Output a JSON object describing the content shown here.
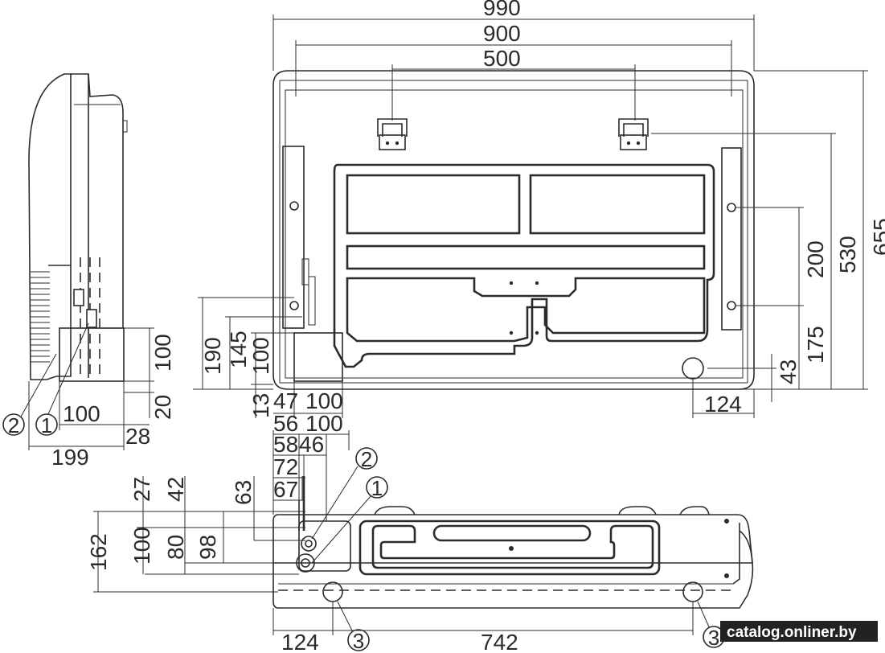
{
  "front_view": {
    "width_990": "990",
    "width_900": "900",
    "width_500": "500",
    "height_655": "655",
    "height_530": "530",
    "height_200": "200",
    "height_175": "175",
    "height_43": "43",
    "width_124": "124",
    "height_190": "190",
    "height_145": "145",
    "height_100": "100",
    "height_13": "13",
    "width_47": "47",
    "width_100": "100"
  },
  "side_view": {
    "height_100": "100",
    "height_20": "20",
    "width_100": "100",
    "width_28": "28",
    "depth_199": "199",
    "callout_1": "1",
    "callout_2": "2"
  },
  "top_view": {
    "w_56": "56",
    "w_100": "100",
    "w_58": "58",
    "w_46": "46",
    "w_72": "72",
    "w_67": "67",
    "d_27": "27",
    "d_42": "42",
    "d_63": "63",
    "d_162": "162",
    "d_100": "100",
    "d_80": "80",
    "d_98": "98",
    "w_124": "124",
    "w_742": "742",
    "callout_1": "1",
    "callout_2": "2",
    "callout_3a": "3",
    "callout_3b": "3"
  },
  "watermark": "catalog.onliner.by"
}
